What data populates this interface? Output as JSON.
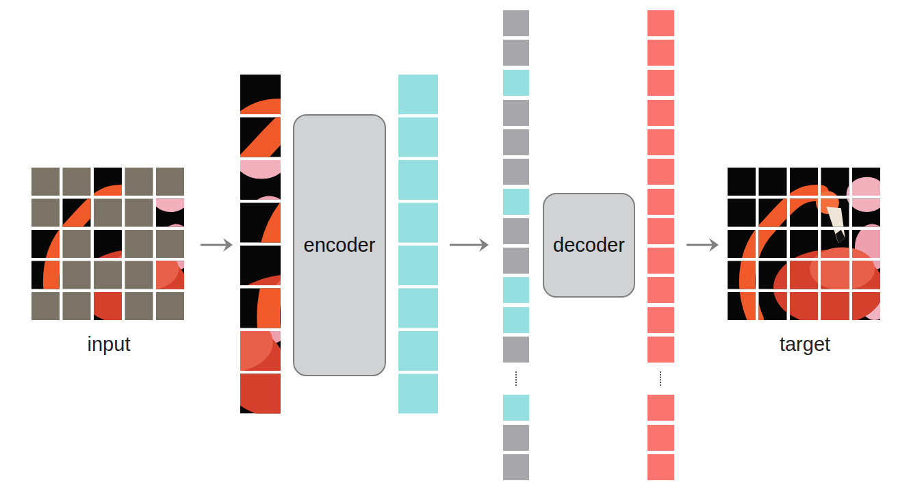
{
  "diagram": {
    "nodes": [
      {
        "text": [
          "encoder"
        ]
      },
      {
        "text": [
          "decoder"
        ]
      }
    ],
    "labels": [
      "input",
      "target"
    ]
  }
}
